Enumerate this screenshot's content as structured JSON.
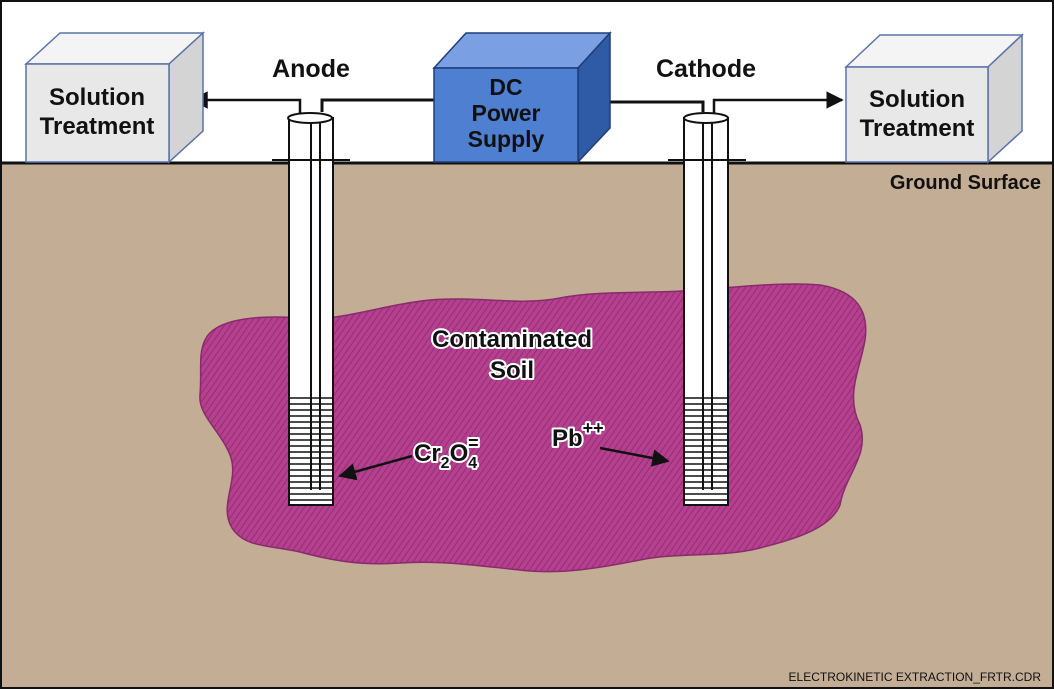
{
  "colors": {
    "sky": "#ffffff",
    "soil": "#c4ad95",
    "contamination": "#b5408f",
    "contamination_hatch": "#8a2a6c",
    "power_supply_front": "#4f7fd1",
    "power_supply_top": "#7aa0e3",
    "power_supply_side": "#2f5aa6",
    "treatment_box": "#e8e8e8",
    "outline": "#1a1a1a"
  },
  "labels": {
    "left_treatment": [
      "Solution",
      "Treatment"
    ],
    "right_treatment": [
      "Solution",
      "Treatment"
    ],
    "anode": "Anode",
    "cathode": "Cathode",
    "power_supply": [
      "DC",
      "Power",
      "Supply"
    ],
    "ground_surface": "Ground Surface",
    "contaminated_soil": [
      "Contaminated",
      "Soil"
    ],
    "anion": {
      "base": "Cr",
      "sub1": "2",
      "mid": "O",
      "sub2": "4",
      "sup": "="
    },
    "cation": {
      "base": "Pb",
      "sup": "++"
    },
    "credit": "ELECTROKINETIC EXTRACTION_FRTR.CDR"
  },
  "icons": {
    "anode_well": "electrode-well-icon",
    "cathode_well": "electrode-well-icon",
    "arrow": "arrow-icon"
  }
}
